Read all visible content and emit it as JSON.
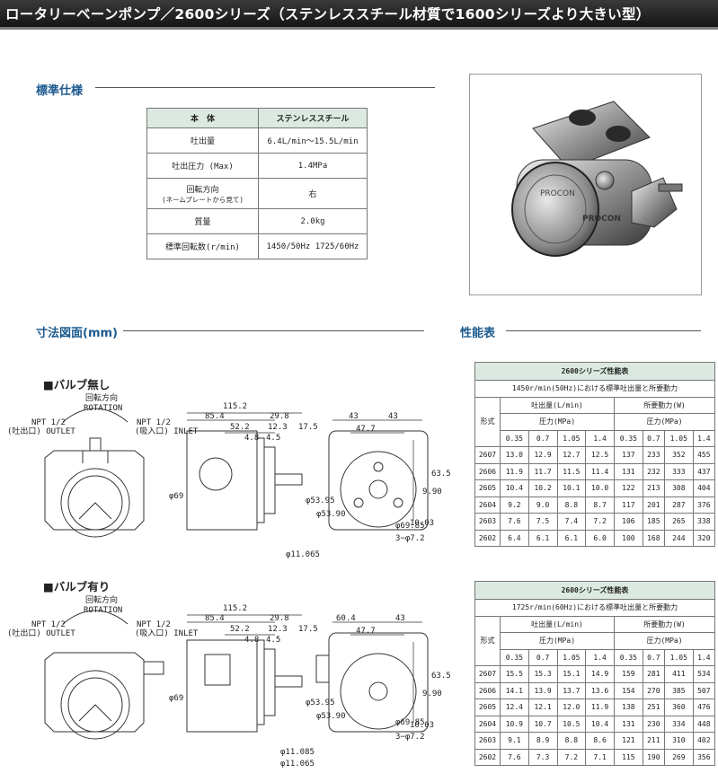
{
  "title": "ロータリーベーンポンプ／2600シリーズ（ステンレススチール材質で1600シリーズより大きい型）",
  "spec_heading": "標準仕様",
  "dim_heading": "寸法図面(mm)",
  "perf_heading": "性能表",
  "spec": {
    "header": [
      "本　体",
      "ステンレススチール"
    ],
    "rows": [
      {
        "label": "吐出量",
        "value": "6.4L/min〜15.5L/min"
      },
      {
        "label": "吐出圧力 (Max)",
        "value": "1.4MPa"
      },
      {
        "label": "回転方向",
        "label2": "(ネームプレートから見て)",
        "value": "右"
      },
      {
        "label": "質量",
        "value": "2.0kg"
      },
      {
        "label": "標準回転数(r/min)",
        "value": "1450/50Hz 1725/60Hz"
      }
    ]
  },
  "photo_logo": "PROCON",
  "drawings": [
    {
      "label": "■バルブ無し",
      "rotation_ja": "回転方向",
      "rotation_en": "ROTATION",
      "npt_left": "NPT 1/2",
      "outlet": "(吐出口) OUTLET",
      "npt_right": "NPT 1/2",
      "inlet": "(吸入口) INLET",
      "d1": "115.2",
      "d2": "85.4",
      "d3": "29.8",
      "d4": "52.2",
      "d5": "12.3",
      "d6": "17.5",
      "d7": "4.8",
      "d8": "4.5",
      "d9": "43",
      "d10": "43",
      "d11": "47.7",
      "d12": "10.03",
      "d13": "9.90",
      "d14": "63.5",
      "phi69": "φ69",
      "phi5395": "φ53.95",
      "phi5390": "φ53.90",
      "phi11": "φ11.065",
      "phi6985": "φ69.85",
      "holes": "3−φ7.2"
    },
    {
      "label": "■バルブ有り",
      "rotation_ja": "回転方向",
      "rotation_en": "ROTATION",
      "npt_left": "NPT 1/2",
      "outlet": "(吐出口) OUTLET",
      "npt_right": "NPT 1/2",
      "inlet": "(吸入口) INLET",
      "d1": "115.2",
      "d2": "85.4",
      "d3": "29.8",
      "d4": "52.2",
      "d5": "12.3",
      "d6": "17.5",
      "d7": "4.8",
      "d8": "4.5",
      "d9": "60.4",
      "d10": "43",
      "d11": "47.7",
      "d12": "10.03",
      "d13": "9.90",
      "d14": "63.5",
      "phi69": "φ69",
      "phi5395": "φ53.95",
      "phi5390": "φ53.90",
      "phi11a": "φ11.085",
      "phi11b": "φ11.065",
      "phi6985": "φ69.85",
      "holes": "3−φ7.2"
    }
  ],
  "perf_tables": [
    {
      "title": "2600シリーズ性能表",
      "subtitle": "1450r/min(50Hz)における標準吐出量と所要動力",
      "model_label": "形式",
      "flow_label": "吐出量(L/min)",
      "power_label": "所要動力(W)",
      "pressure_label": "圧力(MPa)",
      "pressures": [
        "0.35",
        "0.7",
        "1.05",
        "1.4"
      ],
      "rows": [
        [
          "2607",
          "13.0",
          "12.9",
          "12.7",
          "12.5",
          "137",
          "233",
          "352",
          "455"
        ],
        [
          "2606",
          "11.9",
          "11.7",
          "11.5",
          "11.4",
          "131",
          "232",
          "333",
          "437"
        ],
        [
          "2605",
          "10.4",
          "10.2",
          "10.1",
          "10.0",
          "122",
          "213",
          "308",
          "404"
        ],
        [
          "2604",
          "9.2",
          "9.0",
          "8.8",
          "8.7",
          "117",
          "201",
          "287",
          "376"
        ],
        [
          "2603",
          "7.6",
          "7.5",
          "7.4",
          "7.2",
          "106",
          "185",
          "265",
          "338"
        ],
        [
          "2602",
          "6.4",
          "6.1",
          "6.1",
          "6.0",
          "100",
          "168",
          "244",
          "320"
        ]
      ]
    },
    {
      "title": "2600シリーズ性能表",
      "subtitle": "1725r/min(60Hz)における標準吐出量と所要動力",
      "model_label": "形式",
      "flow_label": "吐出量(L/min)",
      "power_label": "所要動力(W)",
      "pressure_label": "圧力(MPa)",
      "pressures": [
        "0.35",
        "0.7",
        "1.05",
        "1.4"
      ],
      "rows": [
        [
          "2607",
          "15.5",
          "15.3",
          "15.1",
          "14.9",
          "159",
          "281",
          "411",
          "534"
        ],
        [
          "2606",
          "14.1",
          "13.9",
          "13.7",
          "13.6",
          "154",
          "270",
          "385",
          "507"
        ],
        [
          "2605",
          "12.4",
          "12.1",
          "12.0",
          "11.9",
          "138",
          "251",
          "360",
          "476"
        ],
        [
          "2604",
          "10.9",
          "10.7",
          "10.5",
          "10.4",
          "131",
          "230",
          "334",
          "448"
        ],
        [
          "2603",
          "9.1",
          "8.9",
          "8.8",
          "8.6",
          "121",
          "211",
          "310",
          "402"
        ],
        [
          "2602",
          "7.6",
          "7.3",
          "7.2",
          "7.1",
          "115",
          "190",
          "269",
          "356"
        ]
      ]
    }
  ]
}
